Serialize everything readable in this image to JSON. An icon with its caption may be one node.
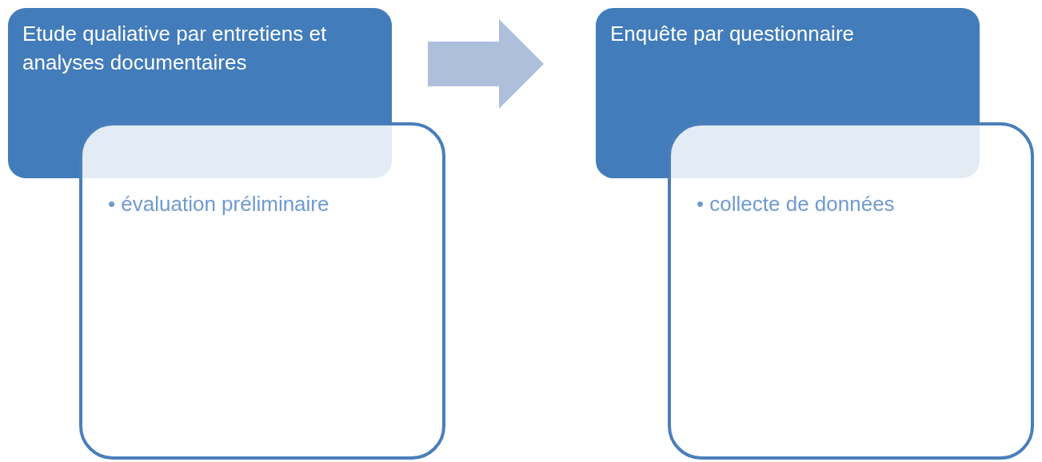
{
  "diagram": {
    "nodes": [
      {
        "text": [
          "Etude qualiative par entretiens et analyses documentaires"
        ]
      },
      {
        "text": [
          "• évaluation préliminaire"
        ]
      },
      {
        "text": [
          "Enquête par questionnaire"
        ]
      },
      {
        "text": [
          "• collecte de données"
        ]
      }
    ],
    "edges": [
      {
        "from": 0,
        "to": 2,
        "arrow": "to"
      }
    ]
  }
}
